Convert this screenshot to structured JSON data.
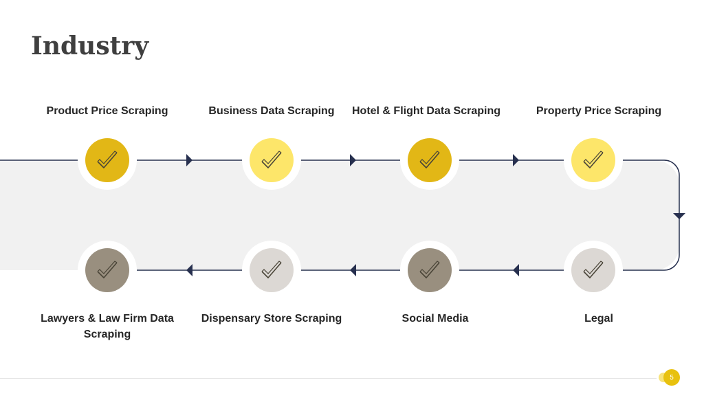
{
  "title": "Industry",
  "page_number": "5",
  "colors": {
    "gold": "#e2b716",
    "light_yellow": "#fde66a",
    "taupe": "#998f7f",
    "light_gray": "#dcd8d4",
    "line": "#27304f"
  },
  "top_row": [
    {
      "label": "Product Price Scraping",
      "color": "#e2b716",
      "icon": "check-icon"
    },
    {
      "label": "Business Data Scraping",
      "color": "#fde66a",
      "icon": "check-icon"
    },
    {
      "label": "Hotel & Flight Data Scraping",
      "color": "#e2b716",
      "icon": "check-icon"
    },
    {
      "label": "Property Price Scraping",
      "color": "#fde66a",
      "icon": "check-icon"
    }
  ],
  "bottom_row": [
    {
      "label": "Lawyers & Law Firm Data Scraping",
      "color": "#998f7f",
      "icon": "check-icon"
    },
    {
      "label": "Dispensary Store Scraping",
      "color": "#dcd8d4",
      "icon": "check-icon"
    },
    {
      "label": "Social Media",
      "color": "#998f7f",
      "icon": "check-icon"
    },
    {
      "label": "Legal",
      "color": "#dcd8d4",
      "icon": "check-icon"
    }
  ]
}
